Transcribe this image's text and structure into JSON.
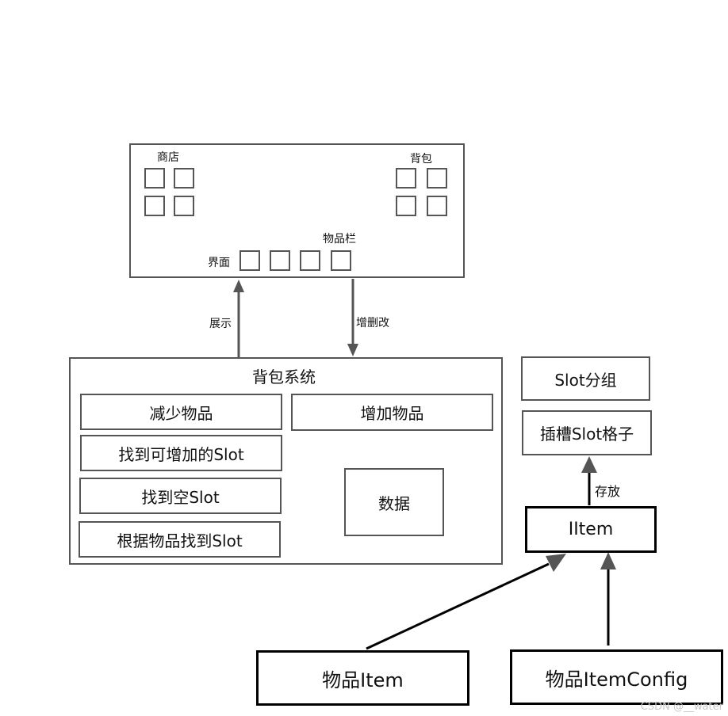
{
  "ui_window": {
    "shop_label": "商店",
    "bag_label": "背包",
    "itembar_label": "物品栏",
    "ui_label": "界面"
  },
  "arrows": {
    "display": "展示",
    "crud": "增删改",
    "store": "存放"
  },
  "bag_system": {
    "title": "背包系统",
    "methods": [
      "减少物品",
      "增加物品",
      "找到可增加的Slot",
      "找到空Slot",
      "根据物品找到Slot"
    ],
    "data_label": "数据"
  },
  "slot_group": "Slot分组",
  "slot_cell": "插槽Slot格子",
  "iitem": "IItem",
  "item": "物品Item",
  "item_config": "物品ItemConfig",
  "watermark": "CSDN @__water"
}
